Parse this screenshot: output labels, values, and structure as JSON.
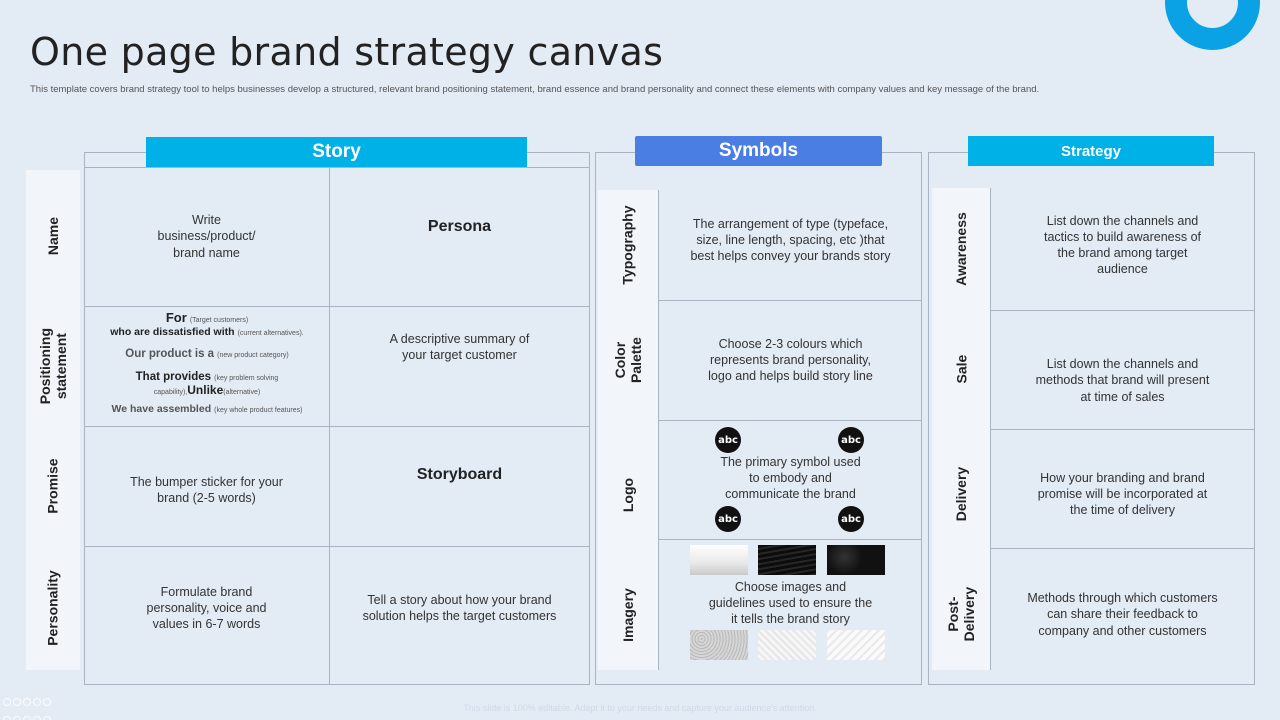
{
  "title": "One page brand strategy canvas",
  "subtitle": "This template covers brand strategy tool to helps businesses develop a structured, relevant brand positioning statement,  brand essence and brand personality and connect these elements  with company values and key message of the brand.",
  "footer": "This slide is 100% editable. Adapt it to your needs and capture your audience's attention.",
  "story": {
    "header": "Story",
    "rows": [
      {
        "label": "Name",
        "left": "Write\nbusiness/product/\nbrand name",
        "right": "Persona"
      },
      {
        "label": "Positioning\nstatement",
        "right": "A descriptive  summary of\nyour target customer"
      },
      {
        "label": "Promise",
        "left": "The bumper sticker for your\nbrand (2-5 words)",
        "right": "Storyboard"
      },
      {
        "label": "Personality",
        "left": "Formulate brand\npersonality, voice  and\nvalues  in 6-7 words",
        "right": "Tell a story about how your brand\nsolution helps the target customers"
      }
    ],
    "positioning": {
      "for_label": "For",
      "for_note": "(Target customers)",
      "who_label": "who are dissatisfied with",
      "who_note": "(current alternatives).",
      "product_label": "Our product is a",
      "product_note": "(new product category)",
      "provides_label": "That provides",
      "provides_note": "(key problem solving capability),",
      "unlike_label": "Unlike",
      "unlike_note": "(alternative)",
      "assembled_label": "We have assembled",
      "assembled_note": "(key whole product features)"
    }
  },
  "symbols": {
    "header": "Symbols",
    "rows": [
      {
        "label": "Typography",
        "text": "The arrangement  of type (typeface,\nsize, line length,  spacing, etc )that\nbest helps convey  your brands story"
      },
      {
        "label": "Color\nPalette",
        "text": "Choose 2-3 colours which\nrepresents brand personality,\nlogo and helps build story line"
      },
      {
        "label": "Logo",
        "text": "The primary  symbol used\nto embody and\ncommunicate the brand"
      },
      {
        "label": "Imagery",
        "text": "Choose images and\nguidelines used to ensure the\nit tells the brand story"
      }
    ],
    "logo_text": "abc"
  },
  "strategy": {
    "header": "Strategy",
    "rows": [
      {
        "label": "Awareness",
        "text": "List down the channels and\ntactics to build awareness of\nthe brand among target\naudience"
      },
      {
        "label": "Sale",
        "text": "List down the channels and\nmethods that brand  will present\nat time of sales"
      },
      {
        "label": "Delivery",
        "text": "How your branding and brand\npromise will be incorporated at\nthe time of delivery"
      },
      {
        "label": "Post-\nDelivery",
        "text": "Methods through which customers\ncan share their feedback to\ncompany and other customers"
      }
    ]
  },
  "colors": {
    "background": "#e3ebf5",
    "story_header": "#00b1e8",
    "symbols_header": "#4a7ee3",
    "strategy_header": "#00b1e8",
    "ring": "#0aa2e4"
  }
}
